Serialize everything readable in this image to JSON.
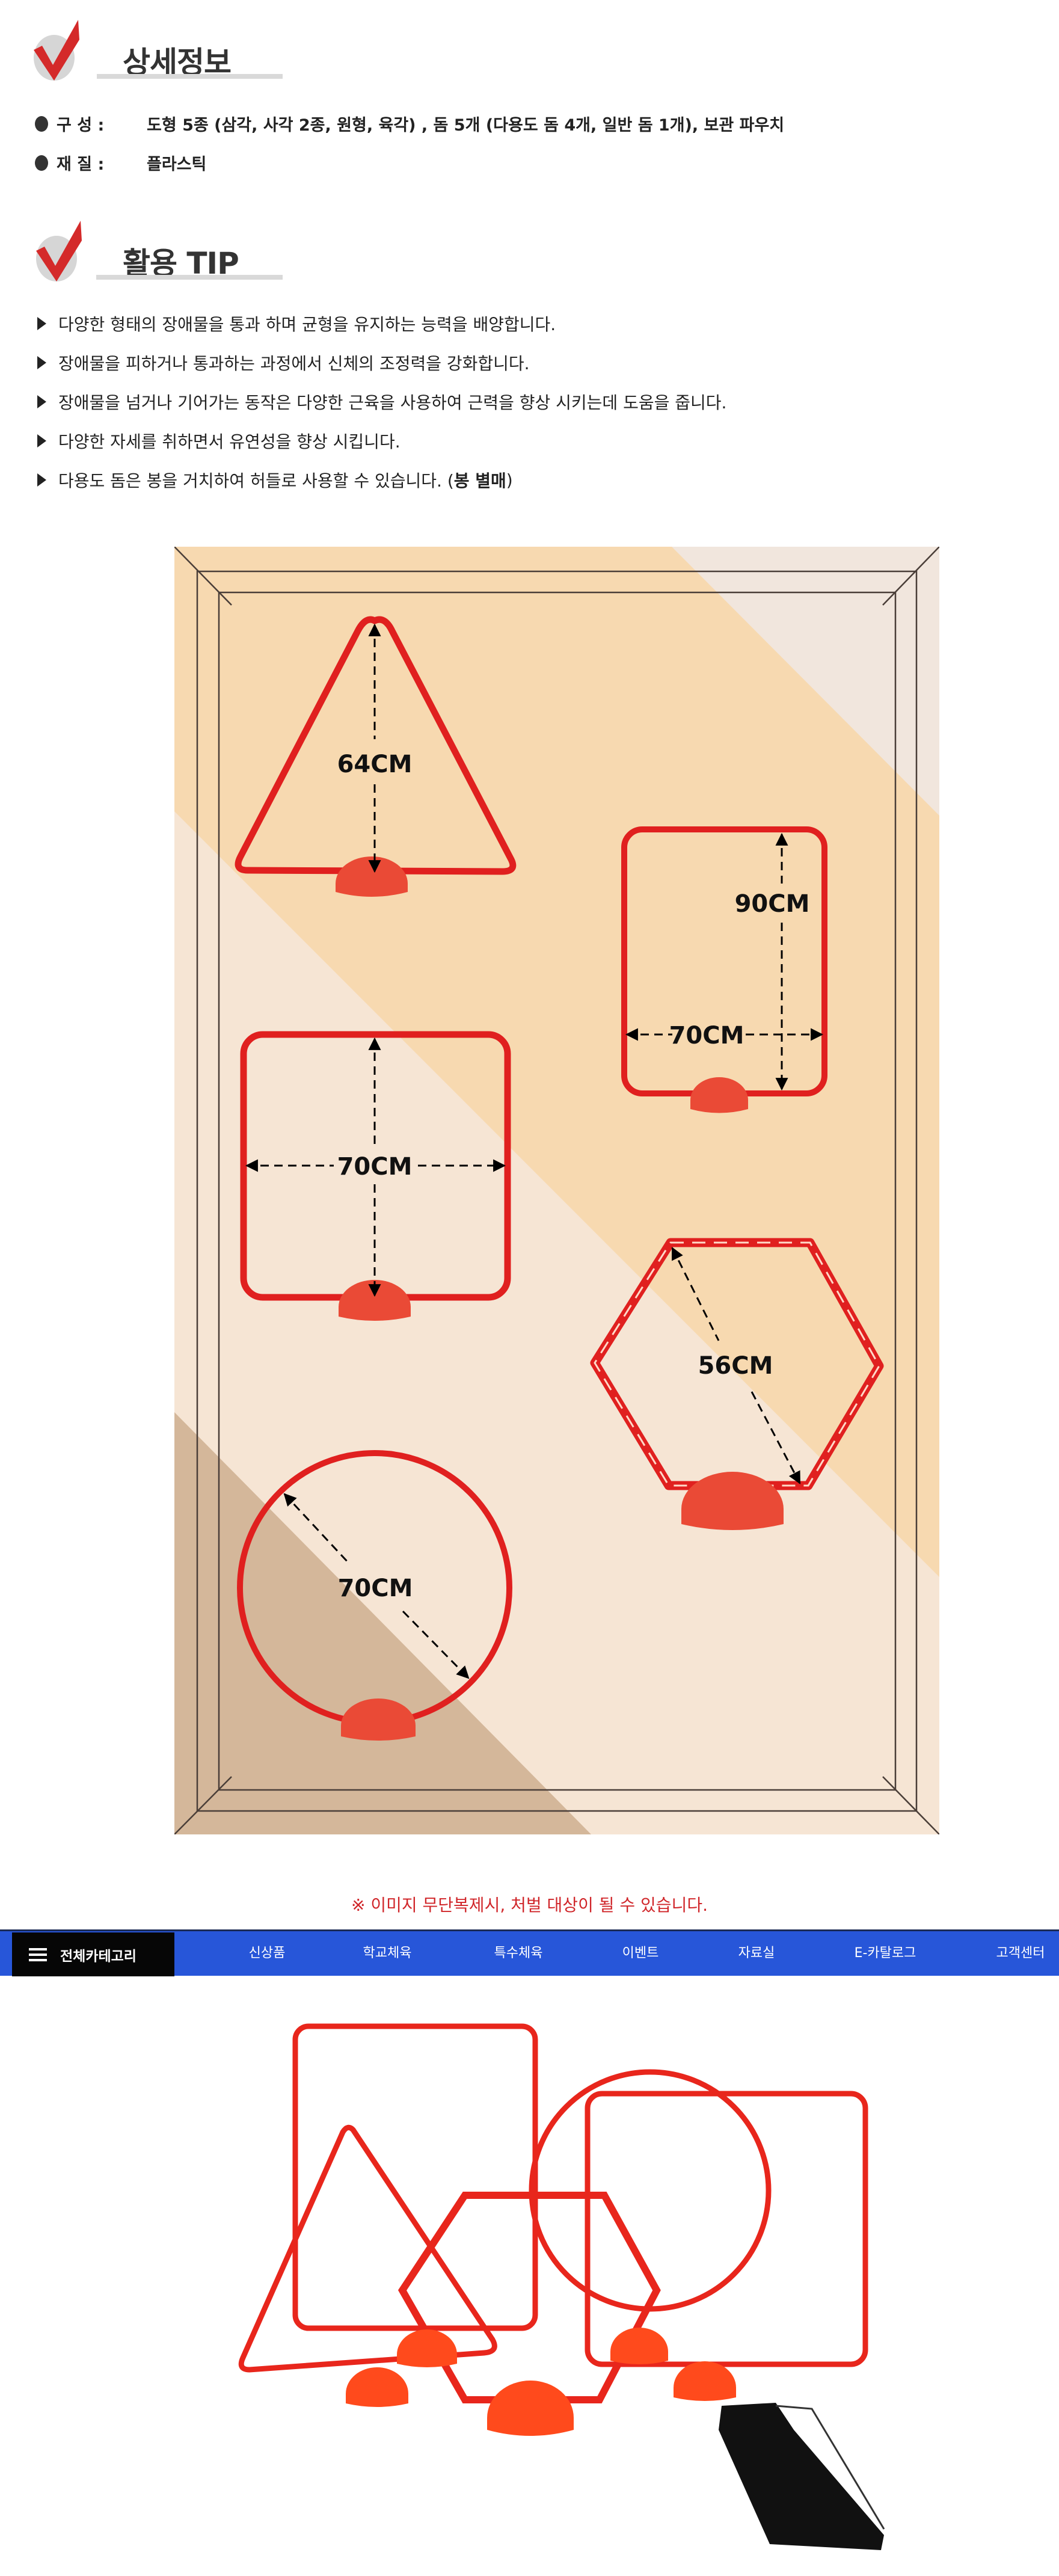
{
  "detail": {
    "title": "상세정보",
    "specs": [
      {
        "label": "구  성 :",
        "value": "도형 5종 (삼각, 사각 2종, 원형, 육각) , 돔 5개 (다용도 돔 4개, 일반 돔 1개), 보관 파우치"
      },
      {
        "label": "재  질 :",
        "value": "플라스틱"
      }
    ]
  },
  "tips": {
    "title": "활용 TIP",
    "items": [
      "다양한 형태의 장애물을 통과 하며 균형을 유지하는 능력을 배양합니다.",
      "장애물을 피하거나 통과하는 과정에서 신체의 조정력을 강화합니다.",
      "장애물을 넘거나 기어가는 동작은 다양한 근육을 사용하여 근력을 향상 시키는데 도움을 줍니다.",
      "다양한 자세를 취하면서 유연성을 향상 시킵니다."
    ],
    "last_item": "다용도 돔은 봉을 거치하여 허들로 사용할 수 있습니다. (",
    "last_item_bold": "봉 별매",
    "last_item_end": ")"
  },
  "diagram": {
    "triangle_height": "64CM",
    "rect_tall_height": "90CM",
    "rect_tall_width": "70CM",
    "rect_square_width": "70CM",
    "hexagon_size": "56CM",
    "circle_diameter": "70CM"
  },
  "notice": "※ 이미지 무단복제시, 처벌 대상이 될 수 있습니다.",
  "nav": {
    "all_categories": "전체카테고리",
    "items": [
      "신상품",
      "학교체육",
      "특수체육",
      "이벤트",
      "자료실",
      "E-카탈로그",
      "고객센터"
    ]
  },
  "colors": {
    "accent_red": "#e0201f",
    "nav_blue": "#2756d9",
    "notice_red": "#d0262a"
  }
}
